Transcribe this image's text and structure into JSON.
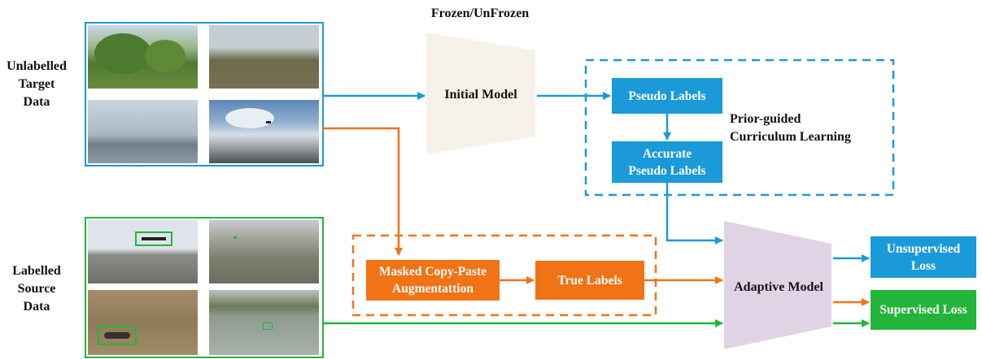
{
  "labels": {
    "frozen": "Frozen/UnFrozen",
    "unlabelled": [
      "Unlabelled",
      "Target",
      "Data"
    ],
    "labelled": [
      "Labelled",
      "Source",
      "Data"
    ],
    "initial_model": "Initial Model",
    "adaptive_model": "Adaptive Model",
    "curriculum": [
      "Prior-guided",
      "Curriculum Learning"
    ]
  },
  "boxes": {
    "pseudo_labels": "Pseudo Labels",
    "accurate_pseudo": [
      "Accurate",
      "Pseudo Labels"
    ],
    "masked_copy_paste": [
      "Masked Copy-Paste",
      "Augmentattion"
    ],
    "true_labels": "True Labels",
    "unsupervised_loss": [
      "Unsupervised",
      "Loss"
    ],
    "supervised_loss": "Supervised Loss"
  },
  "colors": {
    "blue": "#1a9ad9",
    "orange": "#f07316",
    "green": "#22b53a",
    "initial_model_fill": "#f6f2ea",
    "adaptive_model_fill": "#e1d3e6"
  }
}
